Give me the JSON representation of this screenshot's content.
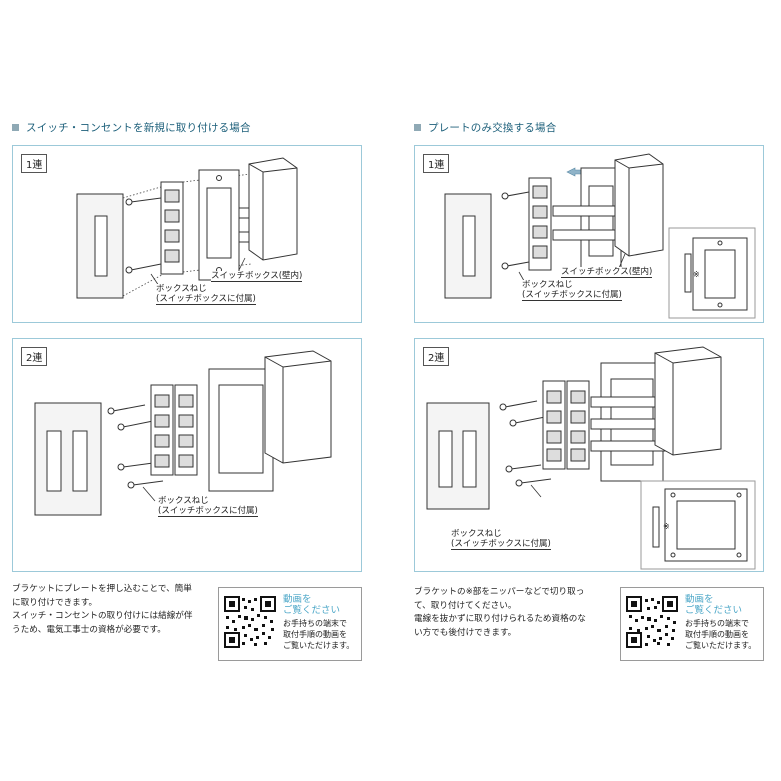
{
  "left": {
    "title": "スイッチ・コンセントを新規に取り付ける場合",
    "panel1": {
      "ren": "1連",
      "box_label": "スイッチボックス(壁内)",
      "screw_label_1": "ボックスねじ",
      "screw_label_2": "(スイッチボックスに付属)"
    },
    "panel2": {
      "ren": "2連",
      "screw_label_1": "ボックスねじ",
      "screw_label_2": "(スイッチボックスに付属)"
    },
    "note_lines": [
      "ブラケットにプレートを押し込むことで、簡単",
      "に取り付けできます。",
      "スイッチ・コンセントの取り付けには結線が伴",
      "うため、電気工事士の資格が必要です。"
    ],
    "qr": {
      "title_1": "動画を",
      "title_2": "ご覧ください",
      "desc": [
        "お手持ちの端末で",
        "取付手順の動画を",
        "ご覧いただけます。"
      ]
    }
  },
  "right": {
    "title": "プレートのみ交換する場合",
    "panel1": {
      "ren": "1連",
      "box_label": "スイッチボックス(壁内)",
      "screw_label_1": "ボックスねじ",
      "screw_label_2": "(スイッチボックスに付属)",
      "mark": "※"
    },
    "panel2": {
      "ren": "2連",
      "screw_label_1": "ボックスねじ",
      "screw_label_2": "(スイッチボックスに付属)",
      "mark": "※"
    },
    "note_lines": [
      "ブラケットの※部をニッパーなどで切り取っ",
      "て、取り付けてください。",
      "電線を抜かずに取り付けられるため資格のな",
      "い方でも後付けできます。"
    ],
    "qr": {
      "title_1": "動画を",
      "title_2": "ご覧ください",
      "desc": [
        "お手持ちの端末で",
        "取付手順の動画を",
        "ご覧いただけます。"
      ]
    }
  },
  "colors": {
    "accent": "#1c5f7a",
    "panel_border": "#9cc9d9",
    "qr_title": "#4aa6c7"
  }
}
